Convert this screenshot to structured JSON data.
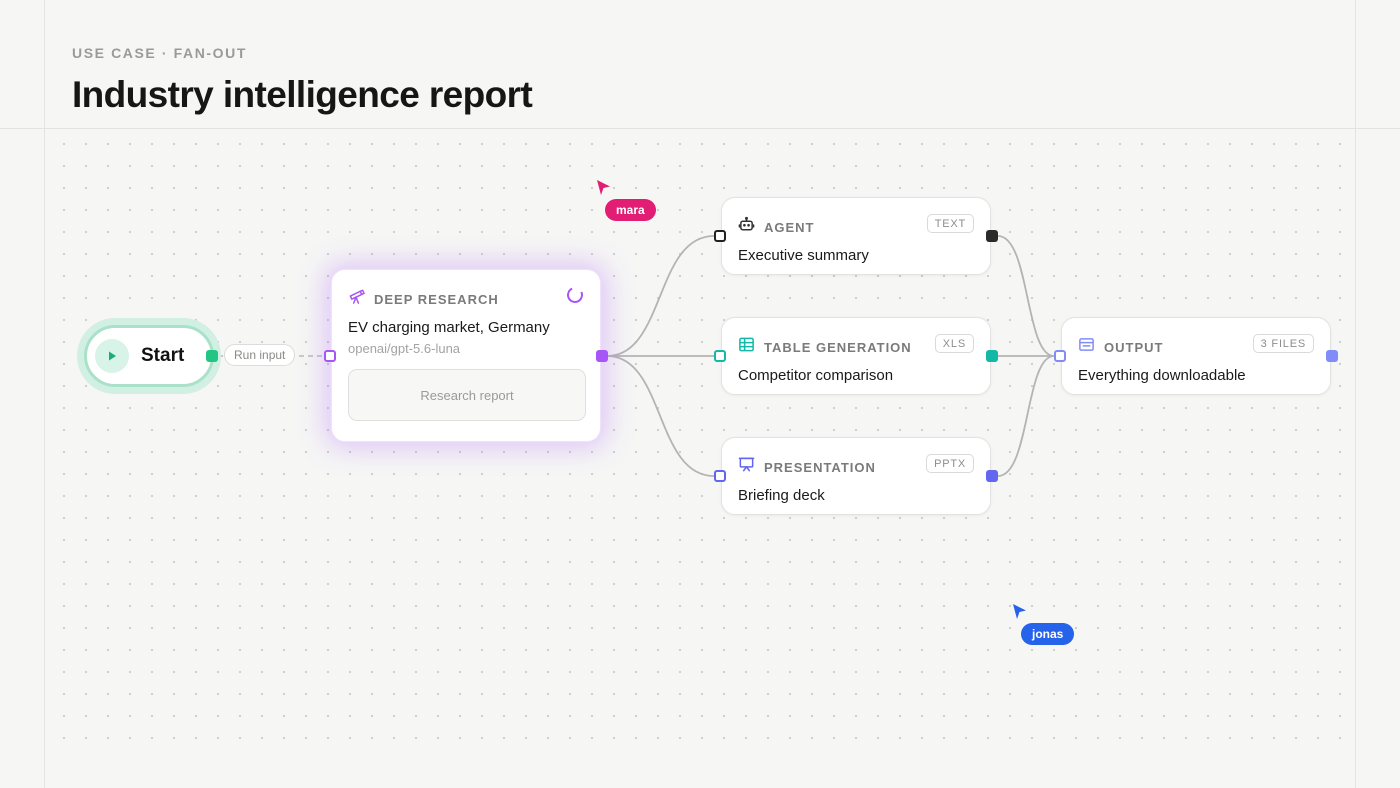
{
  "header": {
    "eyebrow": "USE CASE · FAN-OUT",
    "title": "Industry intelligence report"
  },
  "start": {
    "label": "Start",
    "run_chip": "Run input",
    "icon": "play-icon"
  },
  "nodes": {
    "deep_research": {
      "type_label": "DEEP RESEARCH",
      "title": "EV charging market, Germany",
      "model": "openai/gpt-5.6-luna",
      "output_placeholder": "Research report",
      "icon": "telescope-icon",
      "status": "running",
      "accent": "#a855f7"
    },
    "agent": {
      "type_label": "AGENT",
      "badge": "TEXT",
      "title": "Executive summary",
      "icon": "robot-icon",
      "accent": "#222222"
    },
    "table_generation": {
      "type_label": "TABLE GENERATION",
      "badge": "XLS",
      "title": "Competitor comparison",
      "icon": "table-icon",
      "accent": "#14b8a6"
    },
    "presentation": {
      "type_label": "PRESENTATION",
      "badge": "PPTX",
      "title": "Briefing deck",
      "icon": "presentation-icon",
      "accent": "#6366f1"
    },
    "output": {
      "type_label": "OUTPUT",
      "badge": "3 FILES",
      "title": "Everything downloadable",
      "icon": "window-icon",
      "accent": "#818cf8"
    }
  },
  "cursors": [
    {
      "name": "mara",
      "color": "#e11d74"
    },
    {
      "name": "jonas",
      "color": "#2563eb"
    }
  ]
}
